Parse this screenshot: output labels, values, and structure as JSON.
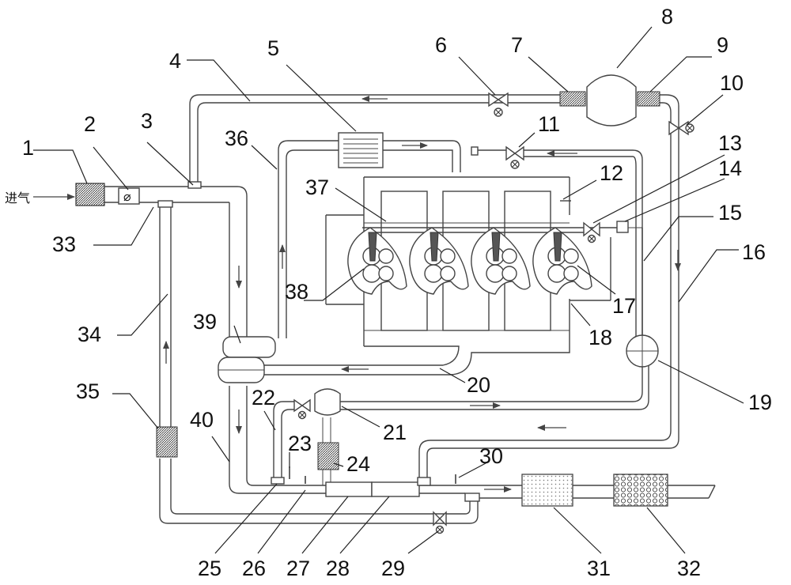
{
  "intake_label": "进气",
  "labels": [
    "1",
    "2",
    "3",
    "4",
    "5",
    "6",
    "7",
    "8",
    "9",
    "10",
    "11",
    "12",
    "13",
    "14",
    "15",
    "16",
    "17",
    "18",
    "19",
    "20",
    "21",
    "22",
    "23",
    "24",
    "25",
    "26",
    "27",
    "28",
    "29",
    "30",
    "31",
    "32",
    "33",
    "34",
    "35",
    "36",
    "37",
    "38",
    "39",
    "40"
  ],
  "valve_symbol": "⌀"
}
